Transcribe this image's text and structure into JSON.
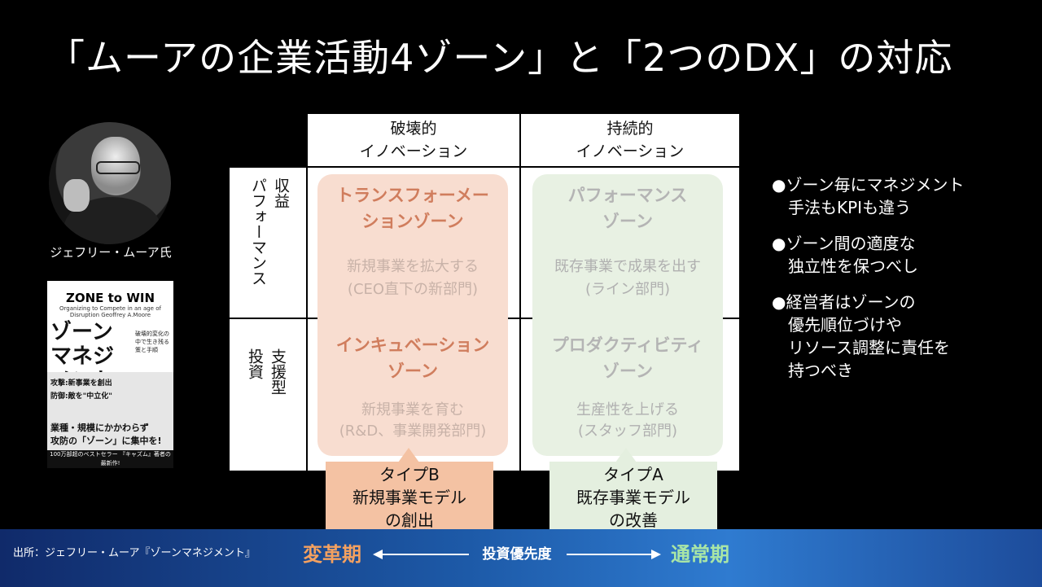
{
  "title": "「ムーアの企業活動4ゾーン」と「2つのDX」の対応",
  "person_caption": "ジェフリー・ムーア氏",
  "book": {
    "title": "ZONE to WIN",
    "subtitle": "Organizing to Compete in an age of Disruption  Geoffrey A.Moore",
    "main_line1": "ゾーン",
    "main_line2": "マネジメント",
    "side_text": "破壊的変化の中で生き残る策と手順",
    "line1": "攻撃:新事業を創出",
    "line2": "防御:敵を\"中立化\"",
    "line3": "業種・規模にかかわらず",
    "line4": "攻防の「ゾーン」に集中を!",
    "footer": "100万部超のベストセラー 『キャズム』著者の最新作!"
  },
  "columns": {
    "col1_line1": "破壊的",
    "col1_line2": "イノベーション",
    "col2_line1": "持続的",
    "col2_line2": "イノベーション"
  },
  "rows": {
    "row1_a": "収益",
    "row1_b": "パフォーマンス",
    "row2_a": "支援型",
    "row2_b": "投資"
  },
  "cards": {
    "transformation": {
      "title1": "トランスフォーメー",
      "title2": "ションゾーン",
      "sub1": "新規事業を拡大する",
      "sub2": "(CEO直下の新部門)"
    },
    "performance": {
      "title1": "パフォーマンス",
      "title2": "ゾーン",
      "sub1": "既存事業で成果を出す",
      "sub2": "(ライン部門)"
    },
    "incubation": {
      "title1": "インキュベーション",
      "title2": "ゾーン",
      "sub1": "新規事業を育む",
      "sub2": "(R&D、事業開発部門)"
    },
    "productivity": {
      "title1": "プロダクティビティ",
      "title2": "ゾーン",
      "sub1": "生産性を上げる",
      "sub2": "(スタッフ部門)"
    }
  },
  "callouts": {
    "typeB": {
      "line1": "タイプB",
      "line2": "新規事業モデル",
      "line3": "の創出"
    },
    "typeA": {
      "line1": "タイプA",
      "line2": "既存事業モデル",
      "line3": "の改善"
    }
  },
  "bullets": [
    {
      "line1": "●ゾーン毎にマネジメント",
      "line2": "手法もKPIも違う"
    },
    {
      "line1": "●ゾーン間の適度な",
      "line2": "独立性を保つべし"
    },
    {
      "line1": "●経営者はゾーンの",
      "line2": "優先順位づけや",
      "line3": "リソース調整に責任を",
      "line4": "持つべき"
    }
  ],
  "footer": {
    "source": "出所：ジェフリー・ムーア『ゾーンマネジメント』",
    "left_era": "変革期",
    "priority": "投資優先度",
    "right_era": "通常期"
  },
  "colors": {
    "orange_card": "#f8ddd0",
    "green_card": "#e8f1e3",
    "orange_callout": "#f4c2a3",
    "green_callout": "#e4efdf",
    "left_era": "#f4a160",
    "right_era": "#a9e6a6"
  }
}
